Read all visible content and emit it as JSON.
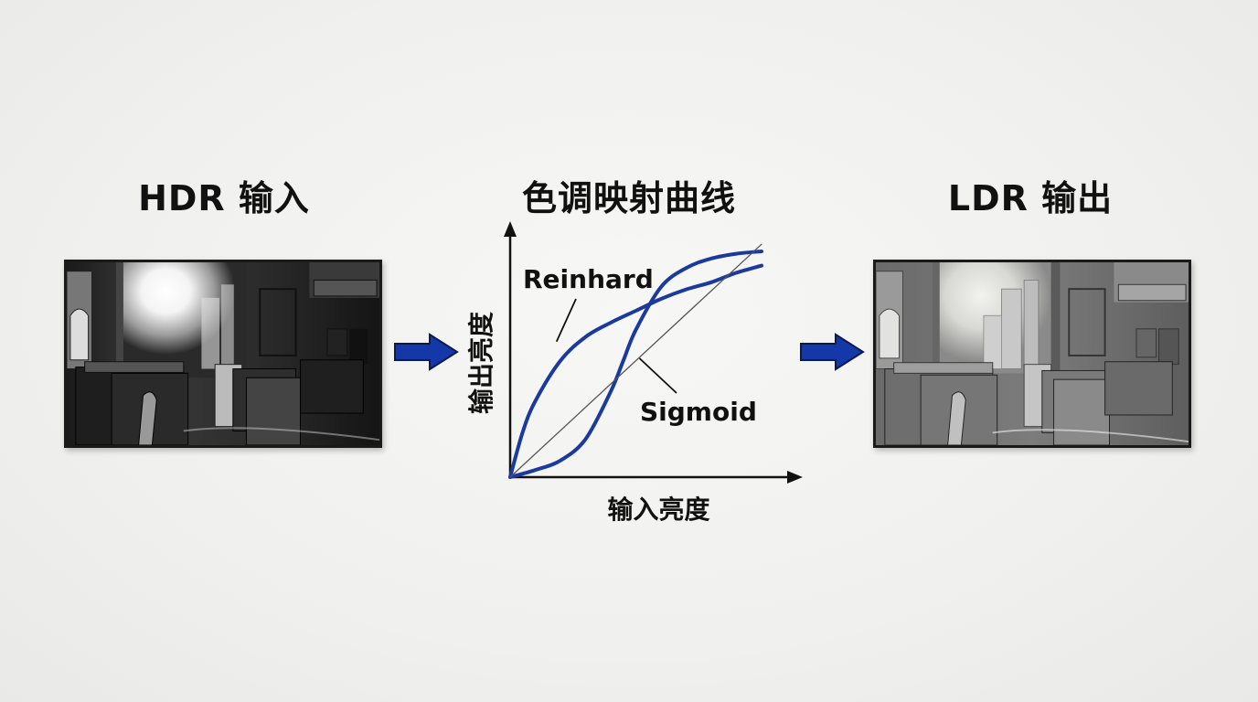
{
  "stages": {
    "hdr_title": "HDR 输入",
    "tone_title": "色调映射曲线",
    "ldr_title": "LDR 输出"
  },
  "colors": {
    "arrow": "#1438a8",
    "curve": "#1a3aa0",
    "axis": "#111111",
    "identity_line": "#555555"
  },
  "icons": [
    "arrow-right-icon",
    "arrow-right-icon"
  ],
  "chart_data": {
    "type": "line",
    "xlabel": "输入亮度",
    "ylabel": "输出亮度",
    "xlim": [
      0,
      1
    ],
    "ylim": [
      0,
      1
    ],
    "grid": false,
    "annotations": [
      {
        "text": "Reinhard",
        "series": "Reinhard"
      },
      {
        "text": "Sigmoid",
        "series": "Sigmoid"
      }
    ],
    "series": [
      {
        "name": "Reinhard",
        "x": [
          0,
          0.05,
          0.1,
          0.2,
          0.3,
          0.4,
          0.5,
          0.6,
          0.7,
          0.8,
          0.9,
          1.0
        ],
        "y": [
          0,
          0.19,
          0.32,
          0.49,
          0.59,
          0.65,
          0.7,
          0.75,
          0.79,
          0.82,
          0.86,
          0.89
        ]
      },
      {
        "name": "Sigmoid",
        "x": [
          0,
          0.1,
          0.2,
          0.3,
          0.4,
          0.45,
          0.5,
          0.6,
          0.7,
          0.8,
          0.9,
          1.0
        ],
        "y": [
          0,
          0.03,
          0.07,
          0.16,
          0.36,
          0.49,
          0.62,
          0.8,
          0.88,
          0.92,
          0.94,
          0.95
        ]
      },
      {
        "name": "",
        "x": [
          0,
          1.0
        ],
        "y": [
          0,
          0.98
        ]
      }
    ]
  }
}
